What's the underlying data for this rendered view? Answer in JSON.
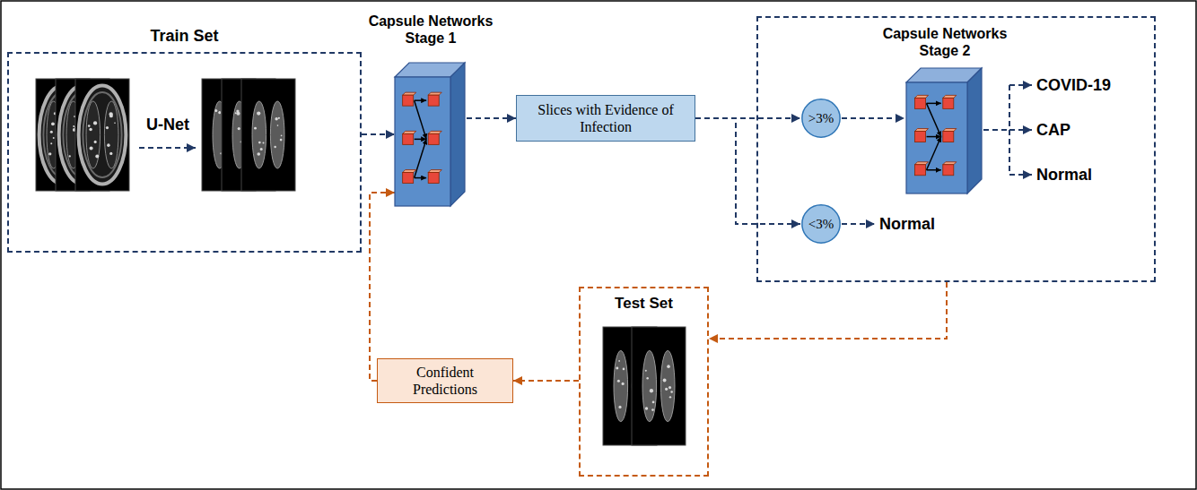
{
  "diagram": {
    "nodes": [
      {
        "text": [
          "Train Set"
        ]
      },
      {
        "text": [
          "Capsule Networks Stage 1"
        ]
      },
      {
        "text": [
          "Slices with Evidence of Infection"
        ]
      },
      {
        "text": [
          "Capsule Networks Stage 2"
        ]
      },
      {
        "text": [
          ">3%"
        ],
        "in": 3
      },
      {
        "text": [
          "<3%"
        ],
        "in": 3
      },
      {
        "text": [
          "Test Set"
        ]
      },
      {
        "text": [
          "Confident Predictions"
        ]
      }
    ],
    "edges": [
      {
        "from": 0,
        "to": 1,
        "arrow": "to"
      },
      {
        "from": 1,
        "to": 2,
        "arrow": "to"
      },
      {
        "from": 2,
        "to": 4,
        "arrow": "to"
      },
      {
        "from": 2,
        "to": 5,
        "arrow": "to"
      },
      {
        "from": 3,
        "to": 6,
        "arrow": "to"
      },
      {
        "from": 6,
        "to": 7,
        "arrow": "to"
      },
      {
        "from": 7,
        "to": 1,
        "arrow": "to"
      }
    ],
    "labels": [
      "U-Net",
      "COVID-19",
      "CAP",
      "Normal",
      "Normal"
    ]
  }
}
